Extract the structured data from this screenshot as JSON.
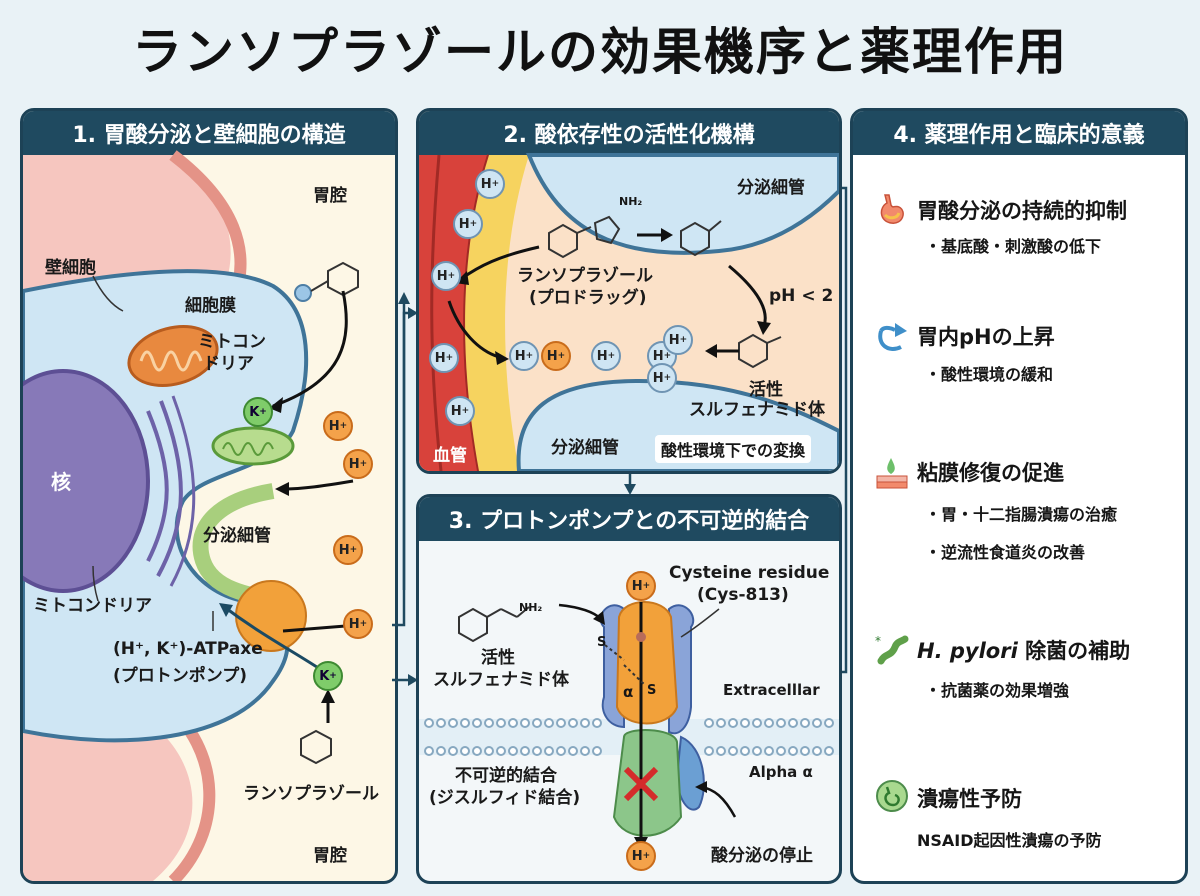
{
  "title": "ランソプラゾールの効果機序と薬理作用",
  "panel1": {
    "heading": "1. 胃酸分泌と壁細胞の構造",
    "lumen_top": "胃腔",
    "lumen_bottom": "胃腔",
    "parietal_cell": "壁細胞",
    "cell_membrane": "細胞膜",
    "mito_label_1": "ミトコン",
    "mito_label_2": "ドリア",
    "nucleus": "核",
    "mito_label_bottom": "ミトコンドリア",
    "canaliculus": "分泌細管",
    "atpase_1": "(H⁺, K⁺)-ATPaxe",
    "atpase_2": "(プロトンポンプ)",
    "drug": "ランソプラゾール",
    "h_ion": "H",
    "k_ion": "K"
  },
  "panel2": {
    "heading": "2. 酸依存性の活性化機構",
    "canaliculus_top": "分泌細管",
    "canaliculus_bottom": "分泌細管",
    "drug_1": "ランソプラゾール",
    "drug_2": "(プロドラッグ)",
    "ph": "pH < 2",
    "active_1": "活性",
    "active_2": "スルフェナミド体",
    "vessel": "血管",
    "caption": "酸性環境下での変換",
    "nh2": "NH₂",
    "h_ion": "H"
  },
  "panel3": {
    "heading": "3. プロトンポンプとの不可逆的結合",
    "cysteine_1": "Cysteine residue",
    "cysteine_2": "(Cys-813)",
    "active_1": "活性",
    "active_2": "スルフェナミド体",
    "extracellular": "Extracelllar",
    "alpha": "Alpha α",
    "binding_1": "不可逆的結合",
    "binding_2": "(ジスルフィド結合)",
    "stop": "酸分泌の停止",
    "alpha_sym": "α",
    "s_label": "S",
    "nh2": "NH₂",
    "h_ion": "H"
  },
  "panel4": {
    "heading": "4. 薬理作用と臨床的意義",
    "items": [
      {
        "title": "胃酸分泌の持続的抑制",
        "subs": [
          "・基底酸・刺激酸の低下"
        ]
      },
      {
        "title": "胃内pHの上昇",
        "subs": [
          "・酸性環境の緩和"
        ]
      },
      {
        "title": "粘膜修復の促進",
        "subs": [
          "・胃・十二指腸潰瘍の治癒",
          "・逆流性食道炎の改善"
        ]
      },
      {
        "title_italic": "H. pylori",
        "title_rest": " 除菌の補助",
        "subs": [
          "・抗菌薬の効果増強"
        ]
      },
      {
        "title": "潰瘍性予防",
        "subs": [
          "NSAID起因性潰瘍の予防"
        ]
      }
    ]
  },
  "colors": {
    "header": "#1f4a60",
    "cell_blue": "#cfe6f4",
    "cytoplasm": "#fdf1d6",
    "hplus": "#f4a24a",
    "kplus": "#7fcc6a",
    "mitochondria": "#e8893f"
  }
}
